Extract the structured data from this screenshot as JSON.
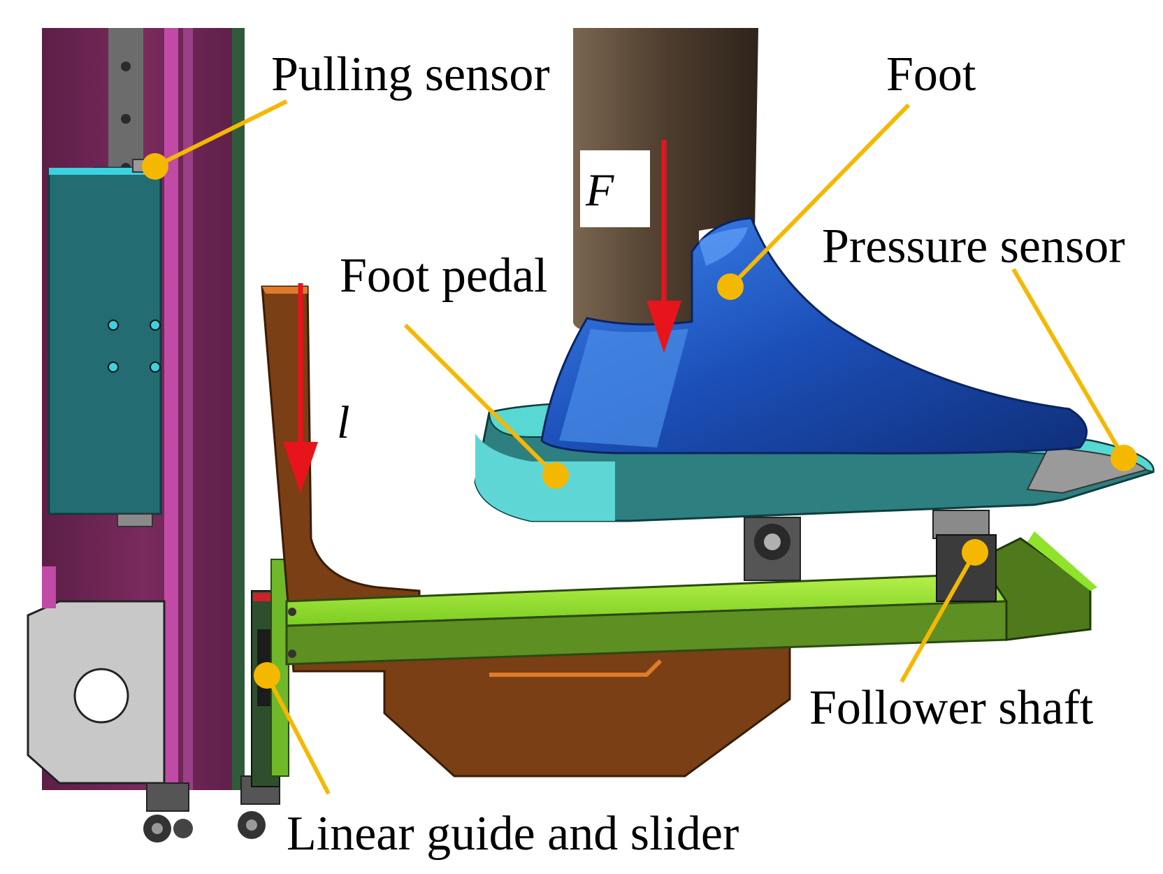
{
  "labels": {
    "pulling_sensor": "Pulling sensor",
    "foot": "Foot",
    "pressure_sensor": "Pressure sensor",
    "foot_pedal": "Foot pedal",
    "follower_shaft": "Follower shaft",
    "linear_guide": "Linear guide and slider",
    "force_symbol": "F",
    "length_symbol": "l"
  },
  "colors": {
    "frame_purple": "#7a2a5e",
    "frame_highlight": "#c04aa6",
    "sensor_box": "#236c72",
    "sensor_box_top": "#3ad2e0",
    "bracket_brown": "#7a3f14",
    "bracket_edge": "#e07a2a",
    "arm_green": "#8fe32a",
    "arm_dark": "#4f7a1c",
    "pedal_teal": "#2e7f80",
    "pedal_rim": "#57d8d2",
    "foot_blue": "#1c4fb8",
    "leg_brown": "#4e3d2e",
    "callout_orange": "#f5b800",
    "arrow_red": "#e8141b"
  }
}
